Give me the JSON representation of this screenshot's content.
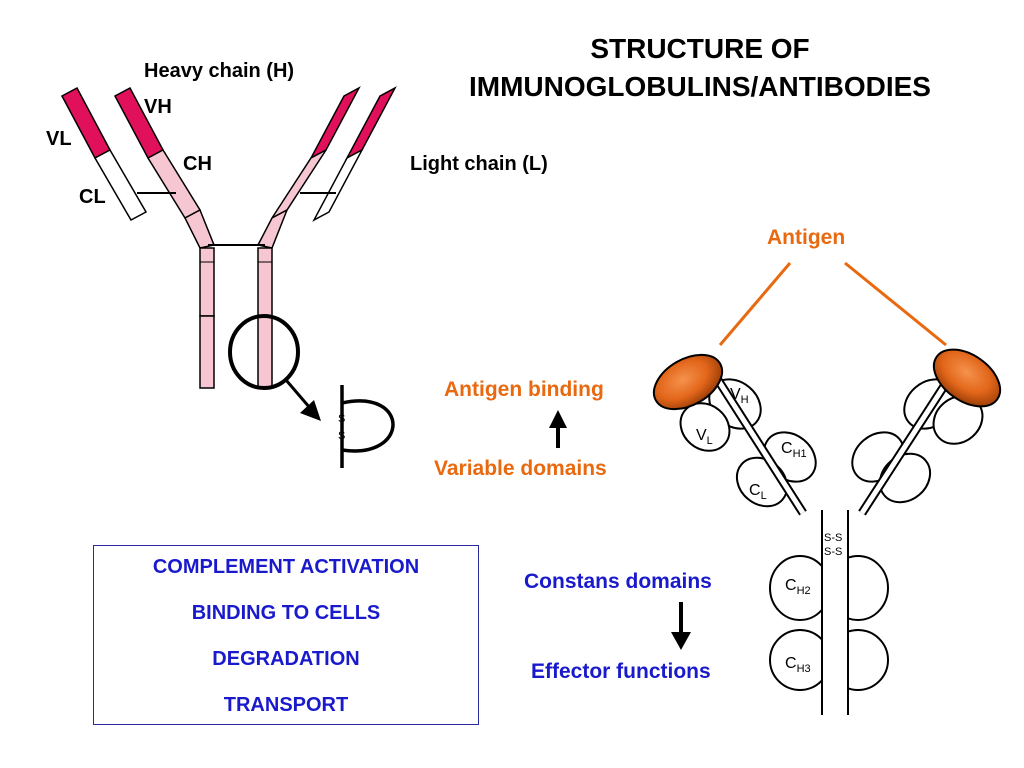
{
  "title": {
    "line1": "STRUCTURE OF",
    "line2": "IMMUNOGLOBULINS/ANTIBODIES"
  },
  "schematic_labels": {
    "heavy_chain": "Heavy chain (H)",
    "vh": "VH",
    "vl": "VL",
    "ch": "CH",
    "cl": "CL",
    "light_chain": "Light chain (L)",
    "ss_top": "S",
    "ss_bottom": "S"
  },
  "antibody_labels": {
    "antigen": "Antigen",
    "antigen_binding": "Antigen binding",
    "variable_domains": "Variable domains",
    "constans_domains": "Constans domains",
    "effector_functions": "Effector functions"
  },
  "domains": {
    "vh": {
      "main": "V",
      "sub": "H"
    },
    "vl": {
      "main": "V",
      "sub": "L"
    },
    "ch1": {
      "main": "C",
      "sub": "H1"
    },
    "cl": {
      "main": "C",
      "sub": "L"
    },
    "ch2": {
      "main": "C",
      "sub": "H2"
    },
    "ch3": {
      "main": "C",
      "sub": "H3"
    },
    "hinge_ss_1": "S-S",
    "hinge_ss_2": "S-S"
  },
  "functions_box": {
    "items": [
      "COMPLEMENT ACTIVATION",
      "BINDING TO CELLS",
      "DEGRADATION",
      "TRANSPORT"
    ]
  },
  "colors": {
    "variable_region": "#e0105a",
    "heavy_constant": "#f7c6d3",
    "antigen": "#e2661a",
    "orange_text": "#e8690f",
    "blue_text": "#1a1acd"
  }
}
